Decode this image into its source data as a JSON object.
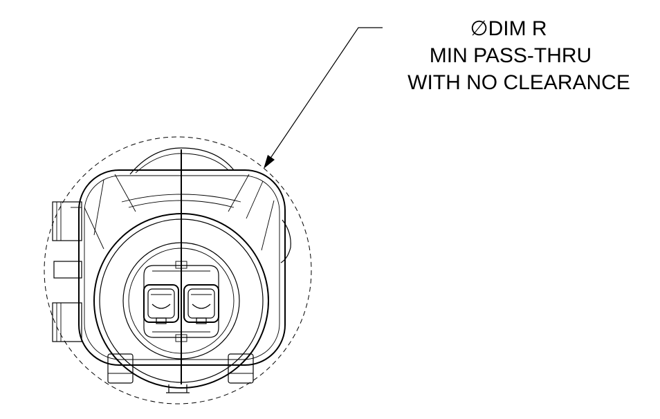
{
  "drawing": {
    "callout_lines": [
      "∅DIM R",
      "MIN PASS-THRU",
      "WITH NO CLEARANCE"
    ],
    "colors": {
      "ink": "#000000",
      "paper": "#ffffff"
    }
  }
}
